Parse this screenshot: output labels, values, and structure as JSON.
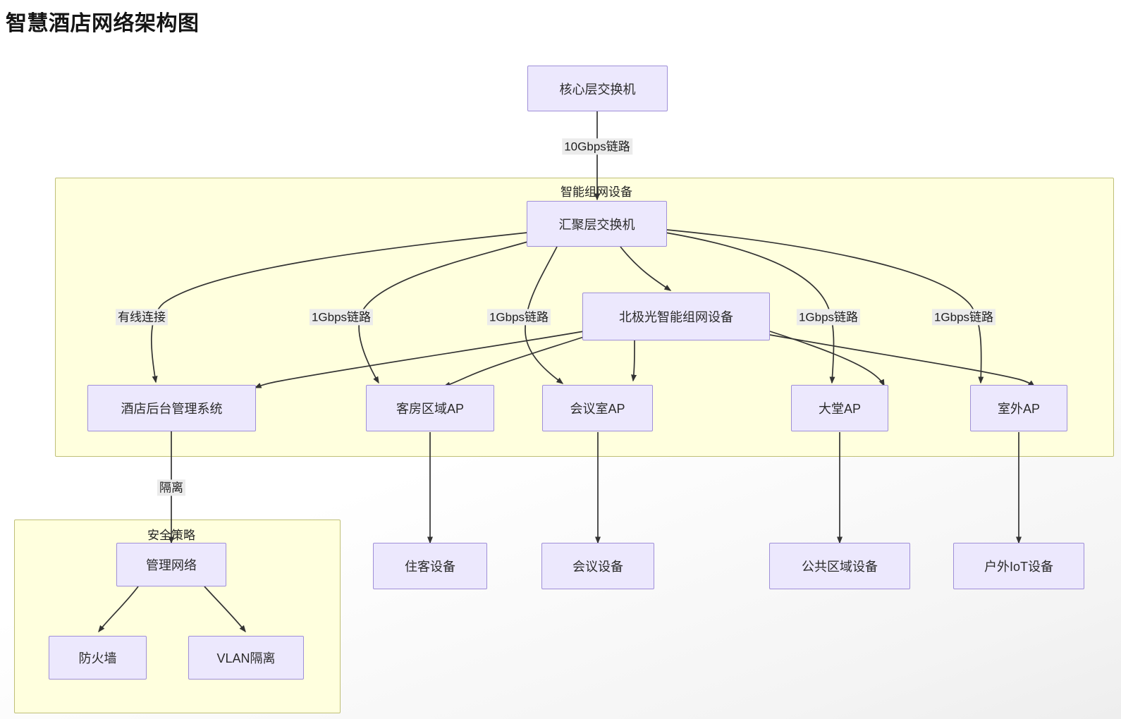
{
  "title": "智慧酒店网络架构图",
  "theme": {
    "node_fill": "#ece8fd",
    "node_stroke": "#9f8fd8",
    "cluster_fill": "#ffffde",
    "cluster_stroke": "#bfbf77",
    "edge_stroke": "#333333",
    "label_bg": "#ebebeb",
    "page_bg": "#ffffff"
  },
  "chart_data": {
    "type": "flowchart",
    "title": "智慧酒店网络架构图",
    "direction": "top-down",
    "clusters": [
      {
        "id": "c_net",
        "label": "智能组网设备"
      },
      {
        "id": "c_sec",
        "label": "安全策略"
      }
    ],
    "nodes": [
      {
        "id": "core",
        "label": "核心层交换机",
        "cluster": null
      },
      {
        "id": "agg",
        "label": "汇聚层交换机",
        "cluster": "c_net"
      },
      {
        "id": "aurora",
        "label": "北极光智能组网设备",
        "cluster": "c_net"
      },
      {
        "id": "backend",
        "label": "酒店后台管理系统",
        "cluster": "c_net"
      },
      {
        "id": "ap_room",
        "label": "客房区域AP",
        "cluster": "c_net"
      },
      {
        "id": "ap_meet",
        "label": "会议室AP",
        "cluster": "c_net"
      },
      {
        "id": "ap_lobby",
        "label": "大堂AP",
        "cluster": "c_net"
      },
      {
        "id": "ap_out",
        "label": "室外AP",
        "cluster": "c_net"
      },
      {
        "id": "dev_guest",
        "label": "住客设备",
        "cluster": null
      },
      {
        "id": "dev_meet",
        "label": "会议设备",
        "cluster": null
      },
      {
        "id": "dev_pub",
        "label": "公共区域设备",
        "cluster": null
      },
      {
        "id": "dev_iot",
        "label": "户外IoT设备",
        "cluster": null
      },
      {
        "id": "mgmt",
        "label": "管理网络",
        "cluster": "c_sec"
      },
      {
        "id": "fw",
        "label": "防火墙",
        "cluster": "c_sec"
      },
      {
        "id": "vlan",
        "label": "VLAN隔离",
        "cluster": "c_sec"
      }
    ],
    "edges": [
      {
        "from": "core",
        "to": "agg",
        "label": "10Gbps链路"
      },
      {
        "from": "agg",
        "to": "aurora",
        "label": ""
      },
      {
        "from": "agg",
        "to": "backend",
        "label": "有线连接"
      },
      {
        "from": "agg",
        "to": "ap_room",
        "label": "1Gbps链路"
      },
      {
        "from": "agg",
        "to": "ap_meet",
        "label": "1Gbps链路"
      },
      {
        "from": "agg",
        "to": "ap_lobby",
        "label": "1Gbps链路"
      },
      {
        "from": "agg",
        "to": "ap_out",
        "label": "1Gbps链路"
      },
      {
        "from": "aurora",
        "to": "backend",
        "label": ""
      },
      {
        "from": "aurora",
        "to": "ap_room",
        "label": ""
      },
      {
        "from": "aurora",
        "to": "ap_meet",
        "label": ""
      },
      {
        "from": "aurora",
        "to": "ap_lobby",
        "label": ""
      },
      {
        "from": "aurora",
        "to": "ap_out",
        "label": ""
      },
      {
        "from": "ap_room",
        "to": "dev_guest",
        "label": ""
      },
      {
        "from": "ap_meet",
        "to": "dev_meet",
        "label": ""
      },
      {
        "from": "ap_lobby",
        "to": "dev_pub",
        "label": ""
      },
      {
        "from": "ap_out",
        "to": "dev_iot",
        "label": ""
      },
      {
        "from": "backend",
        "to": "mgmt",
        "label": "隔离"
      },
      {
        "from": "mgmt",
        "to": "fw",
        "label": ""
      },
      {
        "from": "mgmt",
        "to": "vlan",
        "label": ""
      }
    ]
  },
  "nodes": {
    "core": "核心层交换机",
    "agg": "汇聚层交换机",
    "aurora": "北极光智能组网设备",
    "backend": "酒店后台管理系统",
    "ap_room": "客房区域AP",
    "ap_meet": "会议室AP",
    "ap_lobby": "大堂AP",
    "ap_out": "室外AP",
    "dev_guest": "住客设备",
    "dev_meet": "会议设备",
    "dev_pub": "公共区域设备",
    "dev_iot": "户外IoT设备",
    "mgmt": "管理网络",
    "fw": "防火墙",
    "vlan": "VLAN隔离"
  },
  "clusters": {
    "network": "智能组网设备",
    "security": "安全策略"
  },
  "edge_labels": {
    "core_agg": "10Gbps链路",
    "agg_backend": "有线连接",
    "agg_ap_room": "1Gbps链路",
    "agg_ap_meet": "1Gbps链路",
    "agg_ap_lobby": "1Gbps链路",
    "agg_ap_out": "1Gbps链路",
    "backend_mgmt": "隔离"
  }
}
